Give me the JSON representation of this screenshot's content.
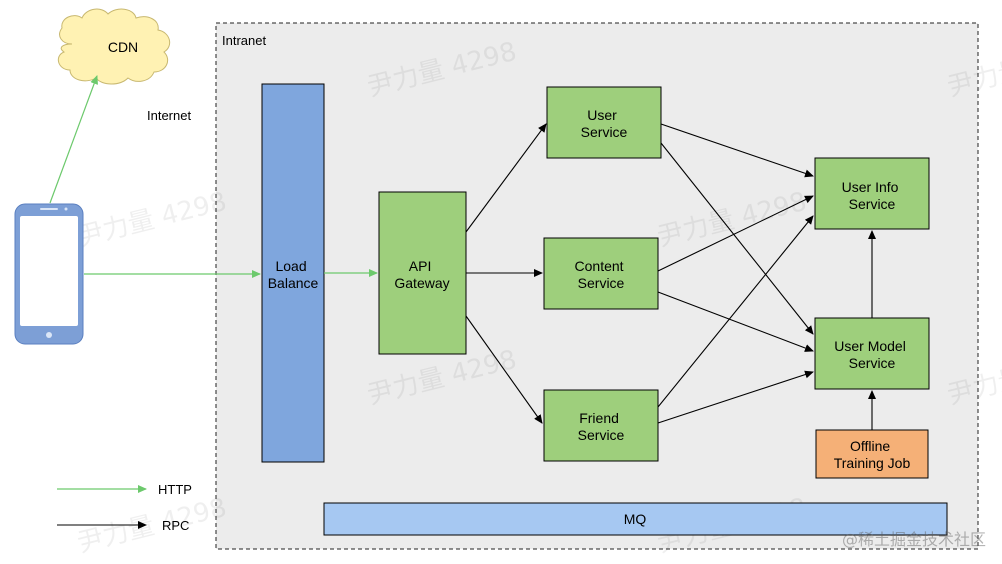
{
  "nodes": {
    "cdn": "CDN",
    "intranet": "Intranet",
    "internet": "Internet",
    "load_balance": [
      "Load",
      "Balance"
    ],
    "api_gateway": [
      "API",
      "Gateway"
    ],
    "user_service": [
      "User",
      "Service"
    ],
    "content_service": [
      "Content",
      "Service"
    ],
    "friend_service": [
      "Friend",
      "Service"
    ],
    "user_info_service": [
      "User Info",
      "Service"
    ],
    "user_model_service": [
      "User Model",
      "Service"
    ],
    "offline_training_job": [
      "Offline",
      "Training Job"
    ],
    "mq": "MQ"
  },
  "legend": {
    "http": "HTTP",
    "rpc": "RPC"
  },
  "watermark": "尹力量 4298",
  "footer": "@稀土掘金技术社区",
  "colors": {
    "green_box": "#9ecf7c",
    "blue_bar": "#7fa6dd",
    "orange_box": "#f5b077",
    "mq_bar": "#a6c8f2",
    "http_arrow": "#6cc96c",
    "rpc_arrow": "#000000",
    "cloud": "#fff2b3",
    "phone": "#7d9fd6",
    "intranet_bg": "#ececec"
  }
}
